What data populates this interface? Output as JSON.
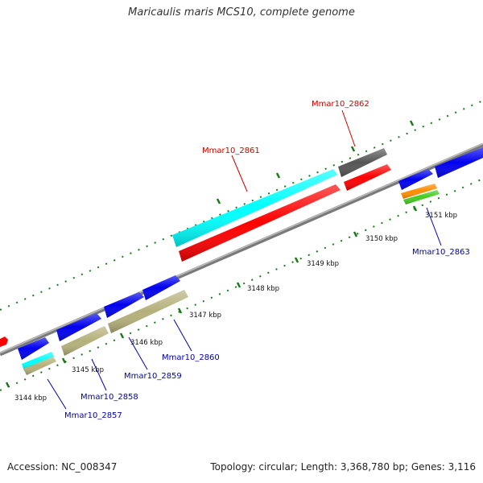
{
  "title": "Maricaulis maris MCS10, complete genome",
  "footer": {
    "accession": "Accession: NC_008347",
    "summary": "Topology: circular; Length: 3,368,780 bp; Genes: 3,116"
  },
  "map": {
    "ticks": [
      "3144 kbp",
      "3145 kbp",
      "3146 kbp",
      "3147 kbp",
      "3148 kbp",
      "3149 kbp",
      "3150 kbp",
      "3151 kbp"
    ],
    "genes": [
      {
        "label": "Mmar10_2857",
        "color": "#0000aa"
      },
      {
        "label": "Mmar10_2858",
        "color": "#0000aa"
      },
      {
        "label": "Mmar10_2859",
        "color": "#0000aa"
      },
      {
        "label": "Mmar10_2860",
        "color": "#0000aa"
      },
      {
        "label": "Mmar10_2861",
        "color": "#cc0000"
      },
      {
        "label": "Mmar10_2862",
        "color": "#cc0000"
      },
      {
        "label": "Mmar10_2863",
        "color": "#0000aa"
      }
    ],
    "colors": {
      "backbone": "#808080",
      "plus_strand_gene": "#0000ee",
      "minus_strand_gene": "#ff0000",
      "rna": "#00ffff",
      "tan_feature": "#b5b07a",
      "dark_feature": "#555555",
      "orange_feature": "#ff8c00",
      "green_feature": "#44cc22",
      "tick_mark": "#1a7a1a"
    }
  }
}
